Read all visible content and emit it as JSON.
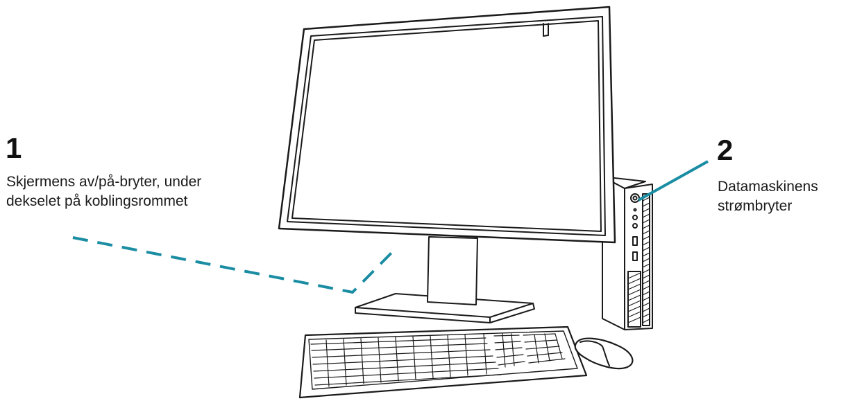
{
  "callouts": [
    {
      "number": "1",
      "lines": [
        "Skjermens av/på-bryter, under",
        "dekselet på koblingsrommet"
      ]
    },
    {
      "number": "2",
      "lines": [
        "Datamaskinens",
        "strømbryter"
      ]
    }
  ],
  "colors": {
    "leader_line": "#1a8da3",
    "outline": "#1a1a1a"
  },
  "icons": [
    "monitor-icon",
    "desktop-tower-icon",
    "keyboard-icon",
    "mouse-icon"
  ]
}
